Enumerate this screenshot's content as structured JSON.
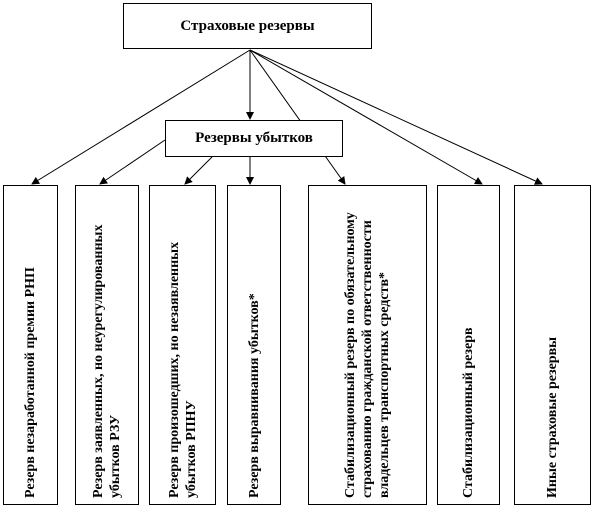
{
  "root": {
    "label": "Страховые резервы"
  },
  "intermediate": {
    "label": "Резервы убытков"
  },
  "leaves": [
    {
      "label": "Резерв незаработанной премии РНП"
    },
    {
      "label": "Резерв заявленных, но неурегулированных убытков РЗУ"
    },
    {
      "label": "Резерв произошедших, но незаявленных убытков РПНУ"
    },
    {
      "label": "Резерв выравнивания убытков*"
    },
    {
      "label": "Стабилизационный резерв по обязательному страхованию гражданской ответственности владельцев транспортных средств*"
    },
    {
      "label": "Стабилизационный резерв"
    },
    {
      "label": "Иные страховые резервы"
    }
  ]
}
